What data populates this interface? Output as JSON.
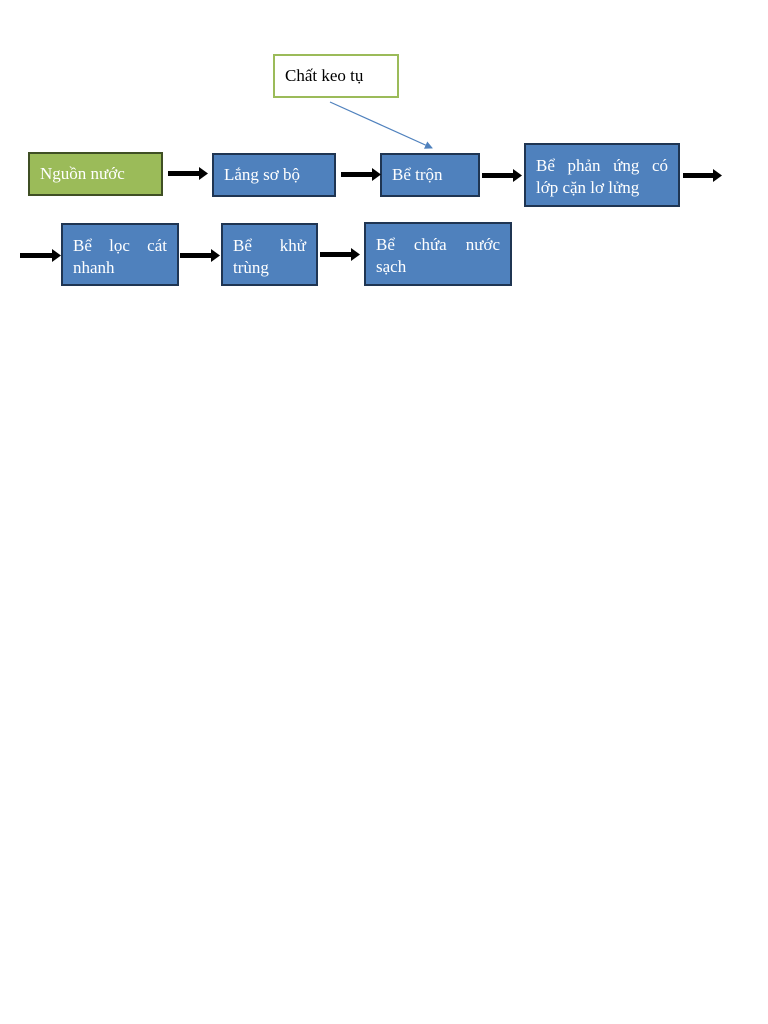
{
  "note": {
    "label": "Chất keo tụ"
  },
  "steps": [
    {
      "id": "source",
      "label": "Nguồn nước"
    },
    {
      "id": "pre-settling",
      "label": "Lắng sơ bộ"
    },
    {
      "id": "mixing",
      "label": "Bể trộn"
    },
    {
      "id": "reaction",
      "label": "Bể phản ứng có lớp cặn lơ lửng"
    },
    {
      "id": "rapid-filter",
      "label": "Bể lọc cát nhanh"
    },
    {
      "id": "disinfection",
      "label": "Bể khử trùng"
    },
    {
      "id": "clean-water",
      "label": "Bể chứa nước sạch"
    }
  ],
  "colors": {
    "process_fill": "#4f81bd",
    "process_border": "#1f3552",
    "source_fill": "#9bbb59",
    "note_border": "#9bbb59",
    "connector": "#4f81bd",
    "arrow": "#000000"
  }
}
